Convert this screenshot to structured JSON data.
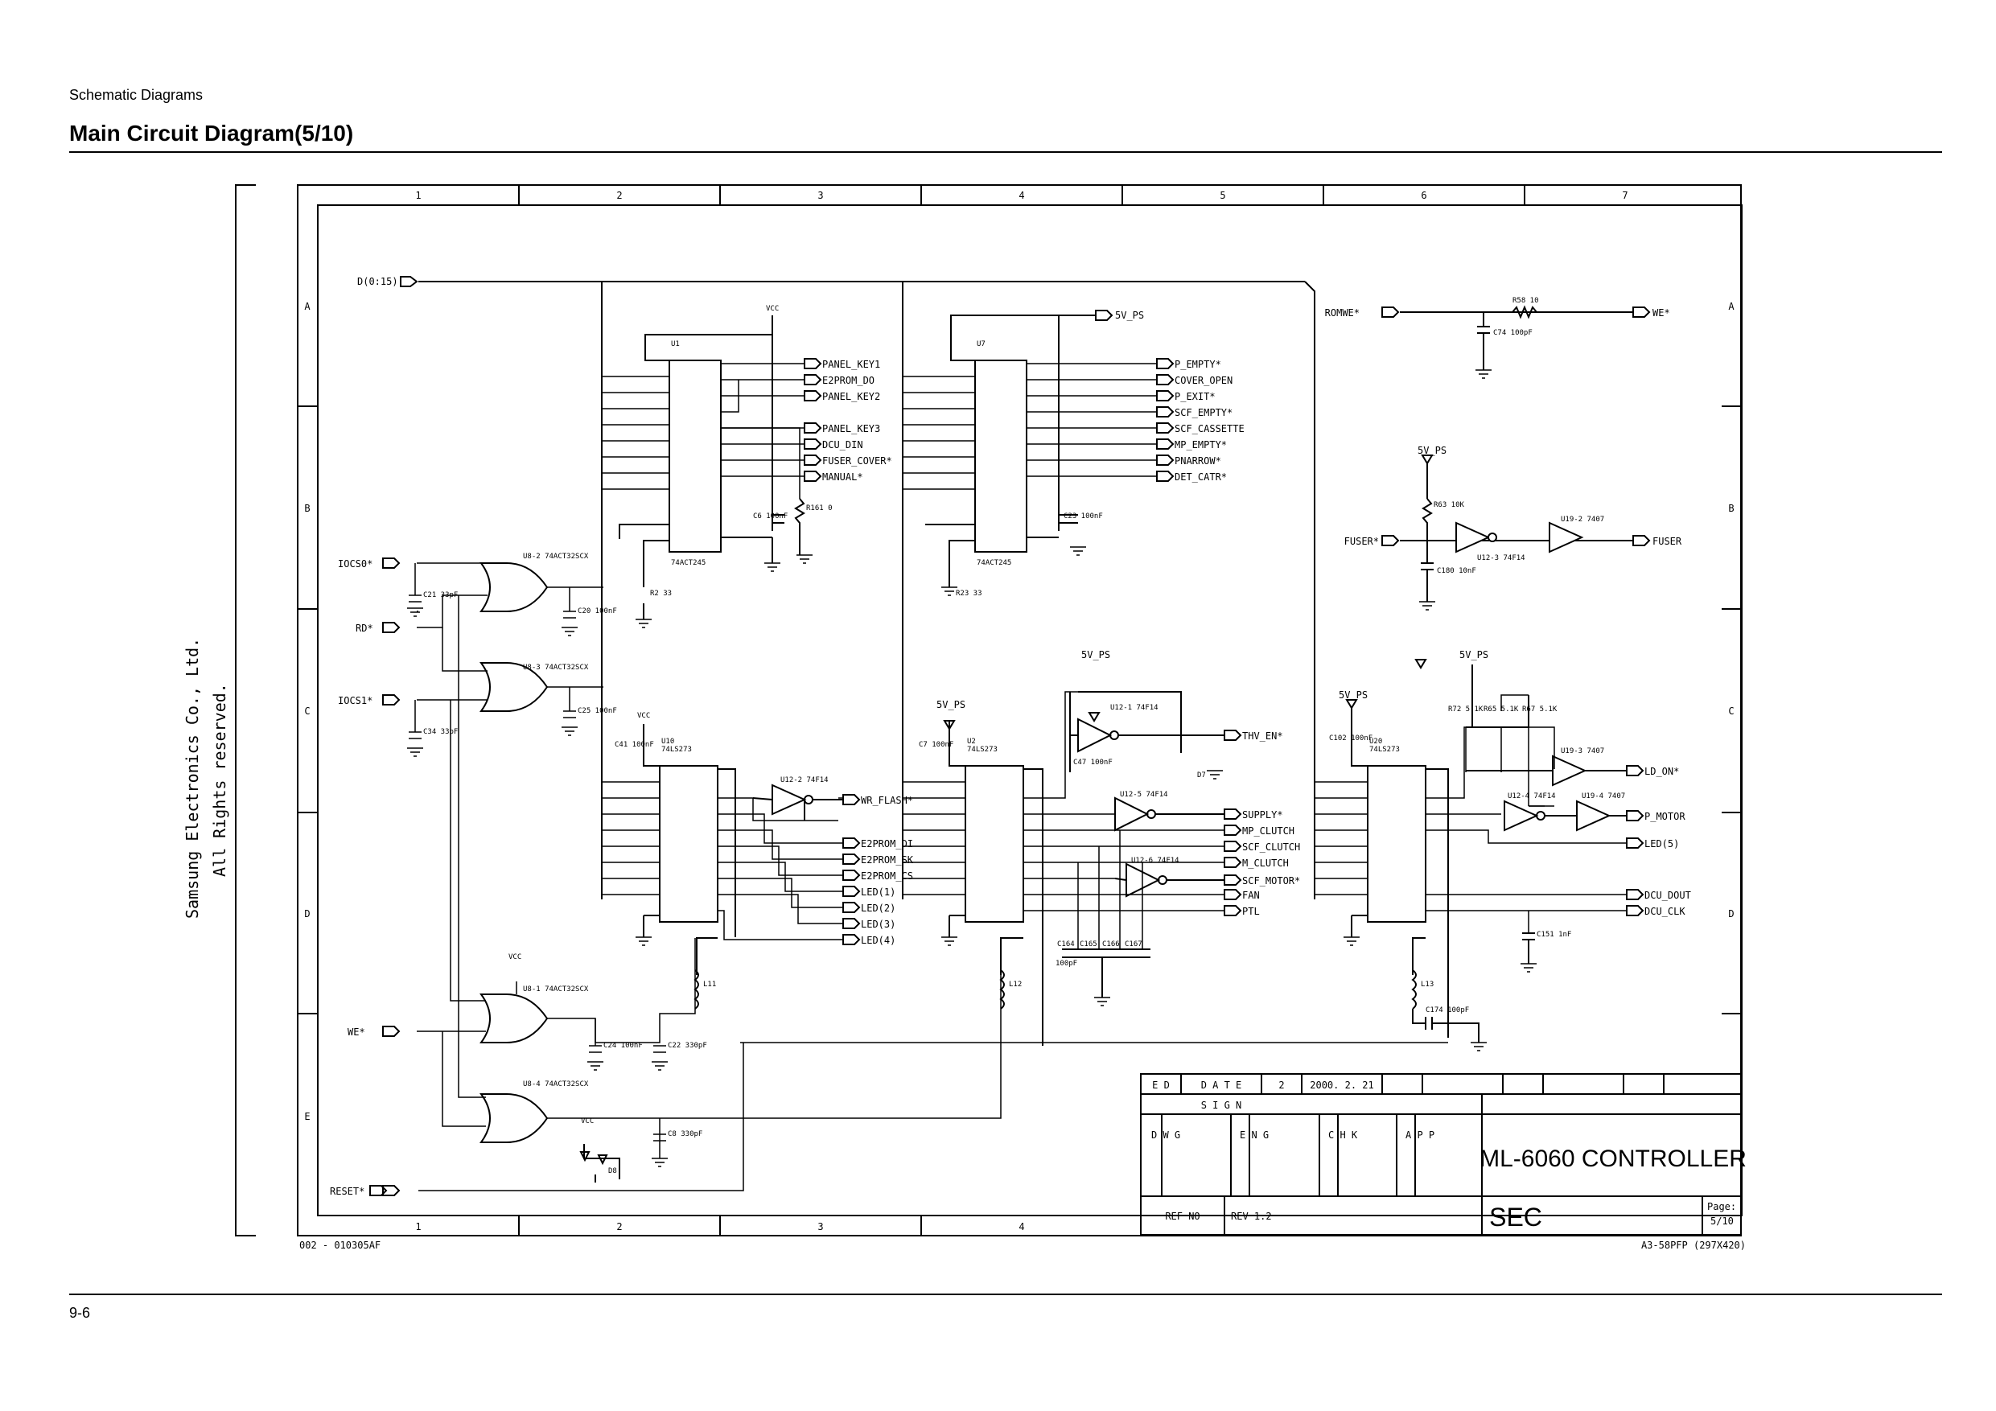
{
  "header": {
    "section": "Schematic Diagrams",
    "title": "Main Circuit Diagram(5/10)"
  },
  "footer": {
    "page": "9-6"
  },
  "frame": {
    "top_cols": [
      "1",
      "2",
      "3",
      "4",
      "5",
      "6",
      "7"
    ],
    "bottom_cols": [
      "1",
      "2",
      "3",
      "4"
    ],
    "rows": [
      "A",
      "B",
      "C",
      "D",
      "E"
    ],
    "drawing_no": "002 - 010305AF",
    "paper": "A3-58PFP (297X420)",
    "copyright1": "Samsung Electronics Co., Ltd.",
    "copyright2": "All Rights reserved."
  },
  "title_block": {
    "ed": "E D",
    "date_label": "D A T E",
    "rev_no": "2",
    "date": "2000. 2. 21",
    "sign": "S I G N",
    "dwg": "D\nW\nG",
    "eng": "E\nN\nG",
    "chk": "C\nH\nK",
    "app": "A\nP\nP",
    "title": "ML-6060 CONTROLLER",
    "ref_no": "REF NO",
    "rev": "REV 1.2",
    "company": "SEC",
    "page_label": "Page:",
    "page_value": "5/10"
  },
  "nets": {
    "bus": "D(0:15)",
    "v5": "5V_PS",
    "vcc": "VCC",
    "iocs0": "IOCS0*",
    "rd": "RD*",
    "iocs1": "IOCS1*",
    "we_in": "WE*",
    "reset": "RESET*",
    "romwe": "ROMWE*",
    "we_out": "WE*",
    "fuser_in": "FUSER*",
    "fuser_out": "FUSER",
    "u1_outs": [
      "PANEL_KEY1",
      "E2PROM_DO",
      "PANEL_KEY2",
      "PANEL_KEY3",
      "DCU_DIN",
      "FUSER_COVER*",
      "MANUAL*"
    ],
    "u7_outs": [
      "P_EMPTY*",
      "COVER_OPEN",
      "P_EXIT*",
      "SCF_EMPTY*",
      "SCF_CASSETTE",
      "MP_EMPTY*",
      "PNARROW*",
      "DET_CATR*"
    ],
    "u10_outs": [
      "WR_FLASH*",
      "E2PROM_DI",
      "E2PROM_SK",
      "E2PROM_CS",
      "LED(1)",
      "LED(2)",
      "LED(3)",
      "LED(4)"
    ],
    "u2_outs": [
      "THV_EN*",
      "SUPPLY*",
      "MP_CLUTCH",
      "SCF_CLUTCH",
      "M_CLUTCH",
      "SCF_MOTOR*",
      "FAN",
      "PTL"
    ],
    "u20_outs": [
      "LD_ON*",
      "P_MOTOR",
      "LED(5)",
      "DCU_DOUT",
      "DCU_CLK"
    ]
  },
  "parts": {
    "u1": {
      "ref": "U1",
      "type": "74ACT245"
    },
    "u7": {
      "ref": "U7",
      "type": "74ACT245"
    },
    "u10": {
      "ref": "U10",
      "type": "74LS273"
    },
    "u2": {
      "ref": "U2",
      "type": "74LS273"
    },
    "u20": {
      "ref": "U20",
      "type": "74LS273"
    },
    "u8_2": "U8-2 74ACT32SCX",
    "u8_3": "U8-3 74ACT32SCX",
    "u8_1": "U8-1 74ACT32SCX",
    "u8_4": "U8-4 74ACT32SCX",
    "u12_2": "U12-2 74F14",
    "u12_1": "U12-1 74F14",
    "u12_5": "U12-5 74F14",
    "u12_6": "U12-6 74F14",
    "u12_3": "U12-3 74F14",
    "u12_4": "U12-4 74F14",
    "u19_2": "U19-2 7407",
    "u19_3": "U19-3 7407",
    "u19_4": "U19-4 7407",
    "caps": {
      "c21": "C21 33pF",
      "c20": "C20 100nF",
      "c34": "C34 33pF",
      "c25": "C25 100nF",
      "c24": "C24 100nF",
      "c22": "C22 330pF",
      "c8": "C8 330pF",
      "c6": "C6 100nF",
      "c23": "C23 100nF",
      "c41": "C41 100nF",
      "c7": "C7 100nF",
      "c47": "C47 100nF",
      "c102": "C102 100nF",
      "c74": "C74 100pF",
      "c180": "C180 10nF",
      "c151": "C151 1nF",
      "c174": "C174 100pF",
      "c164": "C164",
      "c165": "C165",
      "c166": "C166",
      "c167": "C167",
      "c_vals": "100pF"
    },
    "res": {
      "r161": "R161 0",
      "r2": "R2 33",
      "r23": "R23 33",
      "r58": "R58 10",
      "r63": "R63 10K",
      "r72": "R72 5.1K",
      "r65": "R65 5.1K",
      "r67": "R67 5.1K"
    },
    "ind": {
      "l11": "L11",
      "l12": "L12",
      "l13": "L13"
    },
    "diodes": {
      "d7": "D7",
      "d8": "D8"
    }
  }
}
